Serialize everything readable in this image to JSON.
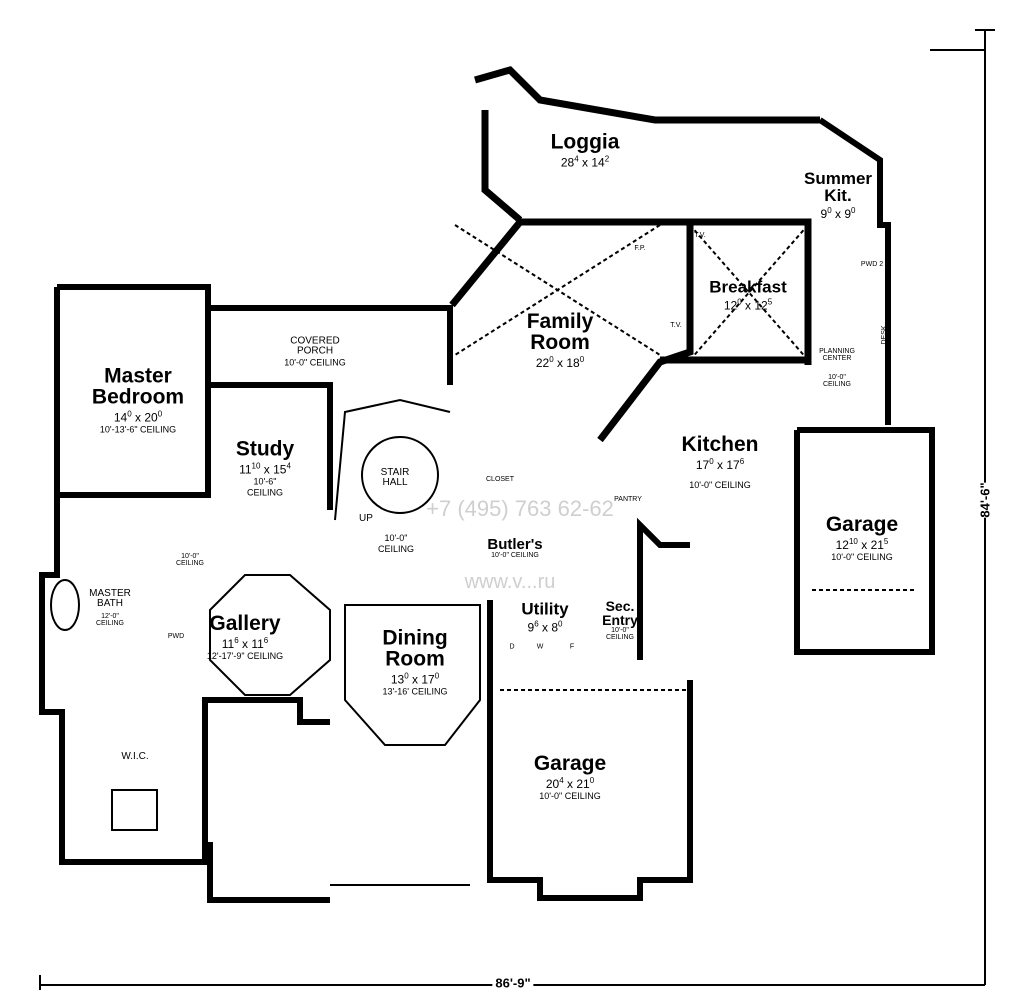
{
  "rooms": {
    "loggia": {
      "name": "Loggia",
      "w_ft": "28",
      "w_in": "4",
      "l_ft": "14",
      "l_in": "2"
    },
    "summer_kit": {
      "name1": "Summer",
      "name2": "Kit.",
      "w_ft": "9",
      "w_in": "0",
      "l_ft": "9",
      "l_in": "0"
    },
    "breakfast": {
      "name": "Breakfast",
      "w_ft": "12",
      "w_in": "0",
      "l_ft": "12",
      "l_in": "5"
    },
    "family_room": {
      "name1": "Family",
      "name2": "Room",
      "w_ft": "22",
      "w_in": "0",
      "l_ft": "18",
      "l_in": "0"
    },
    "covered_porch": {
      "name1": "COVERED",
      "name2": "PORCH",
      "ceiling": "10'-0\" CEILING"
    },
    "master_bedroom": {
      "name1": "Master",
      "name2": "Bedroom",
      "w_ft": "14",
      "w_in": "0",
      "l_ft": "20",
      "l_in": "0",
      "ceiling": "10'-13'-6\" CEILING"
    },
    "study": {
      "name": "Study",
      "w_ft": "11",
      "w_in": "10",
      "l_ft": "15",
      "l_in": "4",
      "ceiling1": "10'-6\"",
      "ceiling2": "CEILING"
    },
    "stair_hall": {
      "name1": "STAIR",
      "name2": "HALL",
      "up": "UP",
      "ceiling1": "10'-0\"",
      "ceiling2": "CEILING"
    },
    "closet": {
      "name": "CLOSET"
    },
    "kitchen": {
      "name": "Kitchen",
      "w_ft": "17",
      "w_in": "0",
      "l_ft": "17",
      "l_in": "6",
      "ceiling": "10'-0\" CEILING"
    },
    "planning_center": {
      "name1": "PLANNING",
      "name2": "CENTER",
      "ceiling1": "10'-0\"",
      "ceiling2": "CEILING",
      "desk": "DESK"
    },
    "pwd2": {
      "name": "PWD 2"
    },
    "garage_side": {
      "name": "Garage",
      "w_ft": "12",
      "w_in": "10",
      "l_ft": "21",
      "l_in": "5",
      "ceiling": "10'-0\" CEILING"
    },
    "butlers": {
      "name": "Butler's",
      "ceiling": "10'-0\" CEILING"
    },
    "pantry": {
      "name": "PANTRY"
    },
    "master_bath": {
      "name1": "MASTER",
      "name2": "BATH",
      "ceiling1": "12'-0\"",
      "ceiling2": "CEILING"
    },
    "hall_ceiling": {
      "ceiling1": "10'-0\"",
      "ceiling2": "CEILING"
    },
    "gallery": {
      "name": "Gallery",
      "w_ft": "11",
      "w_in": "6",
      "l_ft": "11",
      "l_in": "6",
      "ceiling": "12'-17'-9\" CEILING"
    },
    "pwd": {
      "name": "PWD"
    },
    "dining_room": {
      "name1": "Dining",
      "name2": "Room",
      "w_ft": "13",
      "w_in": "0",
      "l_ft": "17",
      "l_in": "0",
      "ceiling": "13'-16' CEILING"
    },
    "utility": {
      "name": "Utility",
      "w_ft": "9",
      "w_in": "6",
      "l_ft": "8",
      "l_in": "0",
      "d": "D",
      "w": "W",
      "f": "F"
    },
    "sec_entry": {
      "name1": "Sec.",
      "name2": "Entry",
      "ceiling1": "10'-0\"",
      "ceiling2": "CEILING"
    },
    "garage_main": {
      "name": "Garage",
      "w_ft": "20",
      "w_in": "4",
      "l_ft": "21",
      "l_in": "0",
      "ceiling": "10'-0\" CEILING"
    },
    "wic": {
      "name": "W.I.C."
    }
  },
  "fixtures": {
    "tv1": "T.V.",
    "tv2": "T.V.",
    "fp": "F.P."
  },
  "dimensions": {
    "width": "86'-9\"",
    "depth": "84'-6\""
  },
  "watermark": {
    "phone": "+7 (495) 763 62-62",
    "site": "www.v...ru"
  }
}
